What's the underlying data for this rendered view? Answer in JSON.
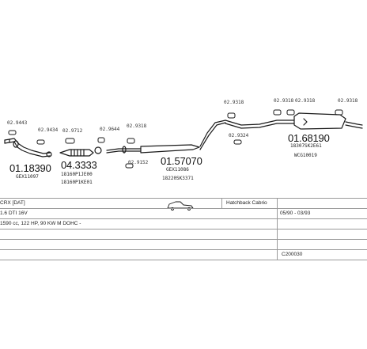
{
  "parts": {
    "p1_ref": "02.9443",
    "p2_ref": "02.9434",
    "p3_ref": "02.9712",
    "p4_ref": "02.9644",
    "p5_ref": "02.9318",
    "p6_ref": "02.9152",
    "p7_ref": "02.9318",
    "p8_ref": "02.9324",
    "p9_ref": "02.9318",
    "p10_ref": "02.9318",
    "p11_ref": "02.9318",
    "a_num": "01.18390",
    "a_sub1": "GEX11097",
    "b_num": "04.3333",
    "b_sub1": "18160P1JE00",
    "b_sub2": "18160P1KE01",
    "c_num": "01.57070",
    "c_sub1": "GEX11086",
    "c_sub2": "18220SK3371",
    "d_num": "01.68190",
    "d_sub1": "18307SK2E61",
    "d_sub2": "WCG10019"
  },
  "table": {
    "model": "CRX [DAT]",
    "body": "Hatchback Cabrio",
    "engine": "1.6 DTI 16V",
    "years": "05/90 - 03/93",
    "spec": "1590 cc, 122 HP, 90 KW M DOHC -",
    "code": "C200030"
  },
  "colors": {
    "line": "#9a9a9a",
    "part": "#1a1a1a"
  }
}
